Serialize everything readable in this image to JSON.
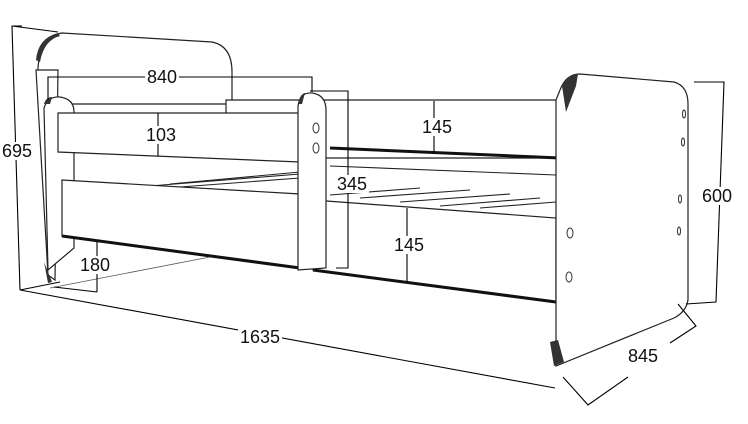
{
  "drawing": {
    "subject": "bed-dimension-drawing",
    "units": "mm",
    "dimensions": {
      "total_height": "695",
      "headboard_width": "840",
      "rail_height": "103",
      "upper_guard_height": "145",
      "side_clearance_height": "345",
      "drawer_height": "145",
      "floor_clearance": "180",
      "total_length": "1635",
      "total_width": "845",
      "footboard_height": "600"
    }
  }
}
